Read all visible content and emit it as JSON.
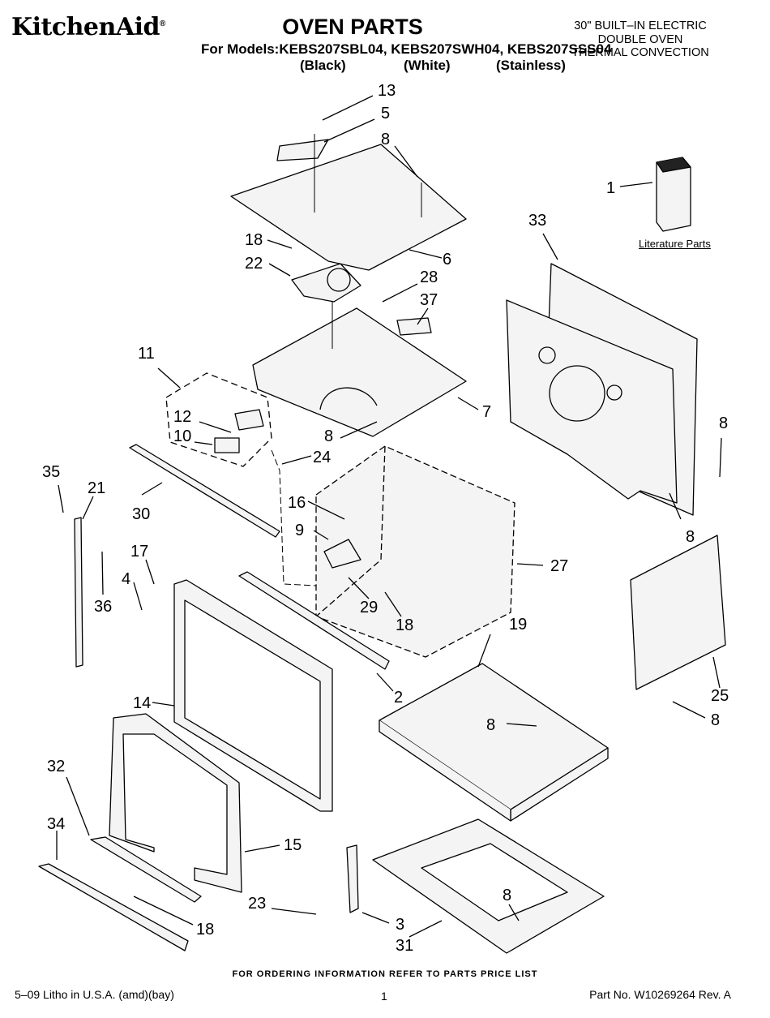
{
  "header": {
    "brand": "KitchenAid",
    "brand_mark": "®",
    "title": "OVEN PARTS",
    "models_line": "For Models:KEBS207SBL04, KEBS207SWH04, KEBS207SSS04",
    "colors": [
      "(Black)",
      "(White)",
      "(Stainless)"
    ],
    "product_lines": [
      "30\" BUILT–IN ELECTRIC",
      "DOUBLE OVEN",
      "THERMAL CONVECTION"
    ]
  },
  "literature_label": "Literature Parts",
  "callouts": [
    "13",
    "5",
    "8",
    "1",
    "18",
    "6",
    "22",
    "28",
    "37",
    "33",
    "11",
    "7",
    "12",
    "8",
    "10",
    "24",
    "8",
    "35",
    "21",
    "16",
    "30",
    "9",
    "8",
    "17",
    "4",
    "36",
    "27",
    "29",
    "18",
    "19",
    "14",
    "2",
    "25",
    "8",
    "8",
    "32",
    "34",
    "15",
    "23",
    "3",
    "8",
    "18",
    "31"
  ],
  "footer": {
    "ordering": "FOR ORDERING INFORMATION REFER TO PARTS PRICE LIST",
    "litho": "5–09 Litho in U.S.A. (amd)(bay)",
    "page": "1",
    "part_no": "Part No. W10269264 Rev. A"
  },
  "colors": {
    "ink": "#000000",
    "paper": "#ffffff",
    "part_fill": "#f4f4f4"
  }
}
